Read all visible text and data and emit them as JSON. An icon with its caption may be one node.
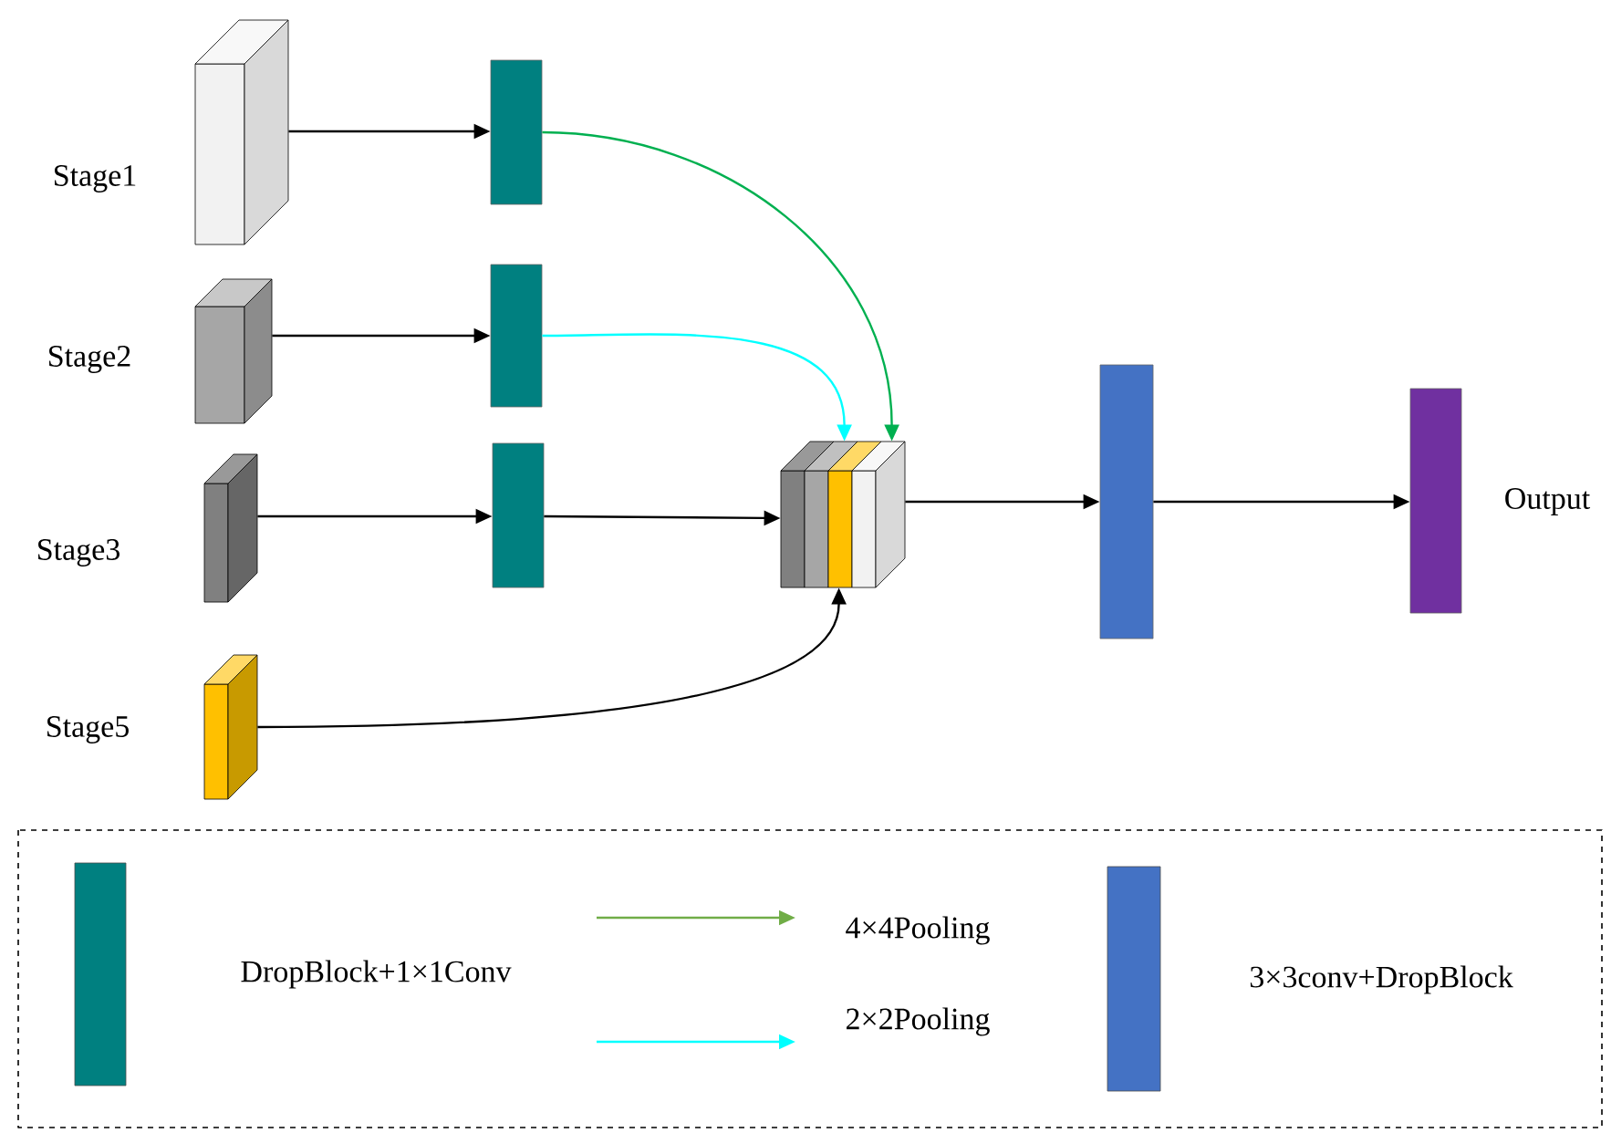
{
  "diagram": {
    "nodes": [
      {
        "text": [],
        "shape": "box",
        "beside": [
          "Stage1"
        ]
      },
      {
        "text": [],
        "shape": "bar"
      },
      {
        "text": [],
        "shape": "box",
        "beside": [
          "Stage2"
        ]
      },
      {
        "text": [],
        "shape": "bar"
      },
      {
        "text": [],
        "shape": "box",
        "beside": [
          "Stage3"
        ]
      },
      {
        "text": [],
        "shape": "bar"
      },
      {
        "text": [],
        "shape": "box",
        "beside": [
          "Stage5"
        ]
      },
      {
        "text": [],
        "shape": "box"
      },
      {
        "text": [],
        "shape": "bar"
      },
      {
        "text": [],
        "shape": "bar",
        "beside": [
          "Output"
        ]
      }
    ],
    "edges": [
      {
        "from": 0,
        "to": 1,
        "arrow": "to"
      },
      {
        "from": 1,
        "to": 7,
        "arrow": "to",
        "color": "#00b050"
      },
      {
        "from": 2,
        "to": 3,
        "arrow": "to"
      },
      {
        "from": 3,
        "to": 7,
        "arrow": "to",
        "color": "#00ffff"
      },
      {
        "from": 4,
        "to": 5,
        "arrow": "to"
      },
      {
        "from": 5,
        "to": 7,
        "arrow": "to"
      },
      {
        "from": 6,
        "to": 7,
        "arrow": "to"
      },
      {
        "from": 7,
        "to": 8,
        "arrow": "to"
      },
      {
        "from": 8,
        "to": 9,
        "arrow": "to"
      }
    ],
    "legend": [
      {
        "text": "DropBlock+1×1Conv",
        "color": "#008080"
      },
      {
        "text": "4×4Pooling"
      },
      {
        "text": "2×2Pooling"
      },
      {
        "text": "3×3conv+DropBlock",
        "color": "#4472c4"
      }
    ]
  }
}
